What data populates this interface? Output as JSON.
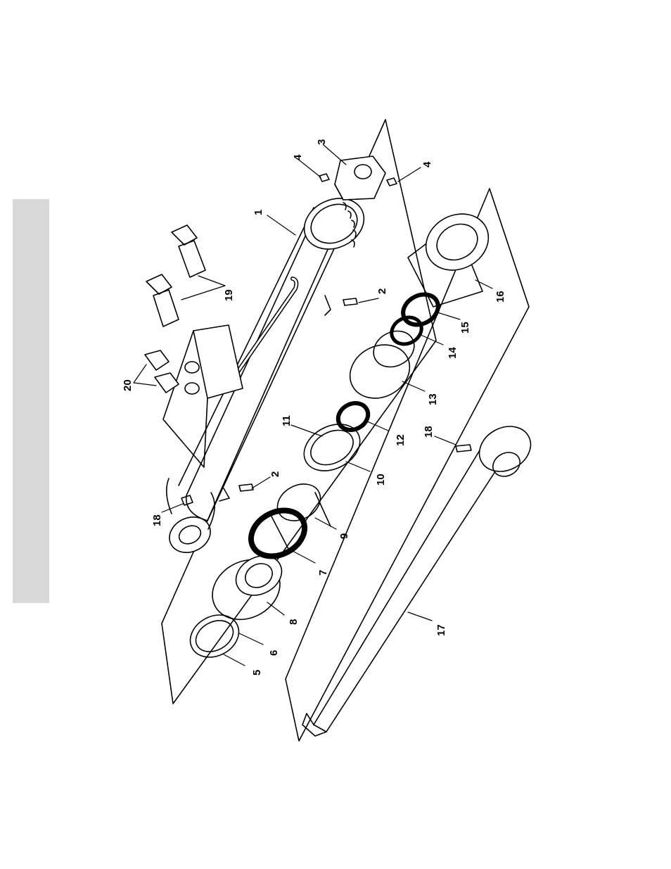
{
  "page": {
    "tab_color": "#d9d9d9",
    "line_color": "#000000"
  },
  "callouts": {
    "c1": "1",
    "c2a": "2",
    "c2b": "2",
    "c3": "3",
    "c4a": "4",
    "c4b": "4",
    "c5": "5",
    "c6": "6",
    "c7": "7",
    "c8": "8",
    "c9": "9",
    "c10": "10",
    "c11": "11",
    "c12": "12",
    "c13": "13",
    "c14": "14",
    "c15": "15",
    "c16": "16",
    "c17": "17",
    "c18a": "18",
    "c18b": "18",
    "c19": "19",
    "c20": "20"
  },
  "parts": {
    "barrel": "cylinder-barrel",
    "rod": "piston-rod",
    "icons": [
      "grease-fitting-icon",
      "cartridge-valve-icon",
      "plug-icon",
      "nut-icon",
      "set-screw-icon"
    ]
  }
}
